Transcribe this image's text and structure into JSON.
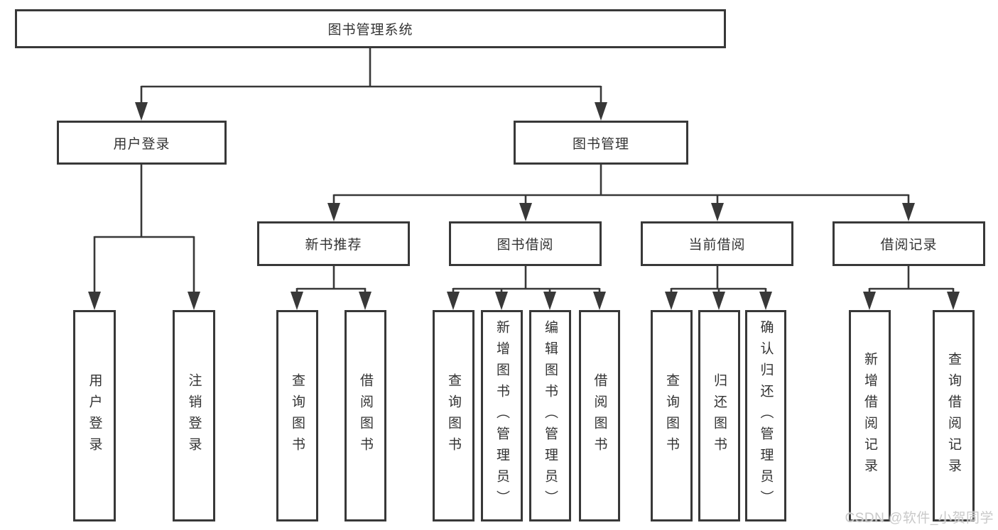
{
  "tree": {
    "root": {
      "label": "图书管理系统",
      "children": [
        {
          "label": "用户登录",
          "children": [
            {
              "label": "用户登录"
            },
            {
              "label": "注销登录"
            }
          ]
        },
        {
          "label": "图书管理",
          "children": [
            {
              "label": "新书推荐",
              "children": [
                {
                  "label": "查询图书"
                },
                {
                  "label": "借阅图书"
                }
              ]
            },
            {
              "label": "图书借阅",
              "children": [
                {
                  "label": "查询图书"
                },
                {
                  "label": "新增图书（管理员）"
                },
                {
                  "label": "编辑图书（管理员）"
                },
                {
                  "label": "借阅图书"
                }
              ]
            },
            {
              "label": "当前借阅",
              "children": [
                {
                  "label": "查询图书"
                },
                {
                  "label": "归还图书"
                },
                {
                  "label": "确认归还（管理员）"
                }
              ]
            },
            {
              "label": "借阅记录",
              "children": [
                {
                  "label": "新增借阅记录"
                },
                {
                  "label": "查询借阅记录"
                }
              ]
            }
          ]
        }
      ]
    }
  },
  "watermark": "CSDN @软件_小贺同学",
  "colors": {
    "line": "#383838",
    "text": "#333333",
    "box_background": "#ffffff",
    "background": "#ffffff",
    "watermark": "#c9c9c9"
  }
}
